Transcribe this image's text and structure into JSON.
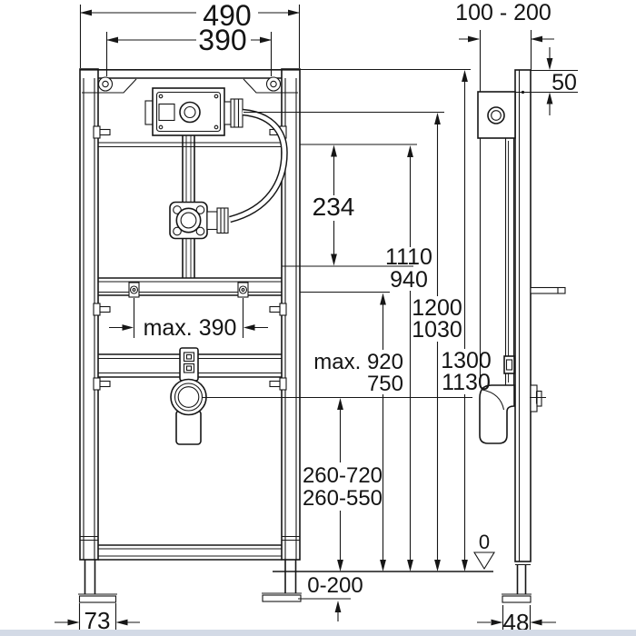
{
  "meta": {
    "title": "Installation frame technical drawing",
    "line_color": "#161616",
    "background_color": "#ffffff",
    "bottom_strip_color": "#d3dae6"
  },
  "front_view": {
    "dims": {
      "outer_width": "490",
      "hole_spacing": "390",
      "valve_to_supply_span": "234",
      "rail_spacing_max": "max. 390",
      "flush_connection_height": "1110",
      "flush_connection_height_alt": "940",
      "valve_height": "1200",
      "valve_height_alt": "1030",
      "frame_height": "1300",
      "frame_height_alt": "1130",
      "rail_height_max": "max. 920",
      "rail_height_alt": "750",
      "drain_height_range": "260-720",
      "drain_height_range_alt": "260-550",
      "floor_adjust_range": "0-200",
      "foot_plate_width": "73"
    }
  },
  "side_view": {
    "dims": {
      "wall_distance_range": "100 - 200",
      "top_offset": "50",
      "foot_plate_depth": "48",
      "datum_level": "0"
    }
  }
}
